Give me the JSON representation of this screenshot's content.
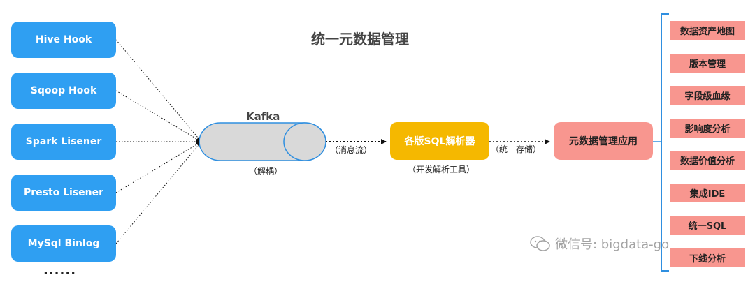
{
  "title": "统一元数据管理",
  "sources": [
    "Hive Hook",
    "Sqoop Hook",
    "Spark Lisener",
    "Presto Lisener",
    "MySql Binlog"
  ],
  "sources_more": "......",
  "kafka": {
    "label": "Kafka",
    "note": "（解耦）"
  },
  "edge_labels": {
    "message_stream": "（消息流）",
    "unified_storage": "（统一存储）"
  },
  "parser": {
    "label": "各版SQL解析器",
    "note": "（开发解析工具）"
  },
  "app": {
    "label": "元数据管理应用"
  },
  "features": [
    "数据资产地图",
    "版本管理",
    "字段级血缘",
    "影响度分析",
    "数据价值分析",
    "集成IDE",
    "统一SQL",
    "下线分析"
  ],
  "watermark": "微信号: bigdata-go",
  "colors": {
    "source": "#2f9ff2",
    "parser": "#f5b800",
    "app": "#f8968f",
    "feature": "#f8968f",
    "bracket": "#2f8fe0",
    "kafka_fill": "#d9d9d9"
  }
}
